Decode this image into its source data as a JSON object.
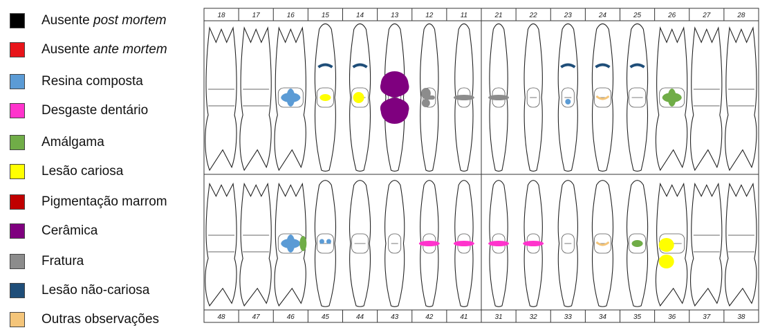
{
  "legend": [
    {
      "id": "ausente-post-mortem",
      "text": "Ausente ",
      "em": "post mortem",
      "color": "#000000"
    },
    {
      "id": "ausente-ante-mortem",
      "text": "Ausente ",
      "em": "ante mortem",
      "color": "#e8141a"
    },
    {
      "id": "resina-composta",
      "text": "Resina composta",
      "em": "",
      "color": "#5b9bd5"
    },
    {
      "id": "desgaste-dentario",
      "text": "Desgaste dentário",
      "em": "",
      "color": "#ff33cc"
    },
    {
      "id": "amalgama",
      "text": "Amálgama",
      "em": "",
      "color": "#70ad47"
    },
    {
      "id": "lesao-cariosa",
      "text": "Lesão cariosa",
      "em": "",
      "color": "#ffff00"
    },
    {
      "id": "pigmentacao-marrom",
      "text": "Pigmentação marrom",
      "em": "",
      "color": "#c00000"
    },
    {
      "id": "ceramica",
      "text": "Cerâmica",
      "em": "",
      "color": "#7f007f"
    },
    {
      "id": "fratura",
      "text": "Fratura",
      "em": "",
      "color": "#8c8c8c"
    },
    {
      "id": "lesao-nao-cariosa",
      "text": "Lesão não-cariosa",
      "em": "",
      "color": "#1f4e79"
    },
    {
      "id": "outras-observacoes",
      "text": "Outras observações",
      "em": "",
      "color": "#f4c57a"
    }
  ],
  "upper_numbers": [
    "18",
    "17",
    "16",
    "15",
    "14",
    "13",
    "12",
    "11",
    "21",
    "22",
    "23",
    "24",
    "25",
    "26",
    "27",
    "28"
  ],
  "lower_numbers": [
    "48",
    "47",
    "46",
    "45",
    "44",
    "43",
    "42",
    "41",
    "31",
    "32",
    "33",
    "34",
    "35",
    "36",
    "37",
    "38"
  ],
  "upper_teeth": [
    {
      "number": "18",
      "kind": "molar",
      "status": "ausente-post-mortem",
      "marks": []
    },
    {
      "number": "17",
      "kind": "molar",
      "status": "ausente-ante-mortem",
      "marks": []
    },
    {
      "number": "16",
      "kind": "molar",
      "status": "present",
      "marks": [
        {
          "type": "resina-composta",
          "shape": "blob"
        }
      ]
    },
    {
      "number": "15",
      "kind": "premolar",
      "status": "present",
      "marks": [
        {
          "type": "lesao-nao-cariosa",
          "shape": "arc"
        },
        {
          "type": "lesao-cariosa",
          "shape": "small-oval"
        }
      ]
    },
    {
      "number": "14",
      "kind": "premolar",
      "status": "present",
      "marks": [
        {
          "type": "lesao-nao-cariosa",
          "shape": "arc"
        },
        {
          "type": "lesao-cariosa",
          "shape": "dot"
        }
      ]
    },
    {
      "number": "13",
      "kind": "canine",
      "status": "present",
      "marks": [
        {
          "type": "ceramica",
          "shape": "crown"
        }
      ]
    },
    {
      "number": "12",
      "kind": "incisor",
      "status": "present",
      "marks": [
        {
          "type": "fratura",
          "shape": "side-blob"
        }
      ]
    },
    {
      "number": "11",
      "kind": "incisor",
      "status": "present",
      "marks": [
        {
          "type": "fratura",
          "shape": "band"
        }
      ]
    },
    {
      "number": "21",
      "kind": "incisor",
      "status": "present",
      "marks": [
        {
          "type": "fratura",
          "shape": "band"
        }
      ]
    },
    {
      "number": "22",
      "kind": "incisor",
      "status": "present",
      "marks": []
    },
    {
      "number": "23",
      "kind": "canine",
      "status": "present",
      "marks": [
        {
          "type": "lesao-nao-cariosa",
          "shape": "arc"
        },
        {
          "type": "resina-composta",
          "shape": "small-dot"
        }
      ]
    },
    {
      "number": "24",
      "kind": "premolar",
      "status": "present",
      "marks": [
        {
          "type": "lesao-nao-cariosa",
          "shape": "arc"
        },
        {
          "type": "outras-observacoes",
          "shape": "curve"
        }
      ]
    },
    {
      "number": "25",
      "kind": "premolar",
      "status": "present",
      "marks": [
        {
          "type": "lesao-nao-cariosa",
          "shape": "arc"
        }
      ]
    },
    {
      "number": "26",
      "kind": "molar",
      "status": "present",
      "marks": [
        {
          "type": "amalgama",
          "shape": "blob"
        }
      ]
    },
    {
      "number": "27",
      "kind": "molar",
      "status": "ausente-post-mortem",
      "marks": []
    },
    {
      "number": "28",
      "kind": "molar",
      "status": "ausente-post-mortem",
      "marks": []
    }
  ],
  "lower_teeth": [
    {
      "number": "48",
      "kind": "molar",
      "status": "ausente-post-mortem",
      "marks": []
    },
    {
      "number": "47",
      "kind": "molar",
      "status": "ausente-post-mortem",
      "marks": []
    },
    {
      "number": "46",
      "kind": "molar",
      "status": "present",
      "marks": [
        {
          "type": "resina-composta",
          "shape": "blob"
        },
        {
          "type": "amalgama",
          "shape": "side-oval"
        }
      ]
    },
    {
      "number": "45",
      "kind": "premolar",
      "status": "present",
      "marks": [
        {
          "type": "resina-composta",
          "shape": "two-dots"
        }
      ]
    },
    {
      "number": "44",
      "kind": "premolar",
      "status": "present",
      "marks": []
    },
    {
      "number": "43",
      "kind": "canine",
      "status": "present",
      "marks": []
    },
    {
      "number": "42",
      "kind": "incisor",
      "status": "present",
      "marks": [
        {
          "type": "desgaste-dentario",
          "shape": "band"
        }
      ]
    },
    {
      "number": "41",
      "kind": "incisor",
      "status": "present",
      "marks": [
        {
          "type": "desgaste-dentario",
          "shape": "band"
        }
      ]
    },
    {
      "number": "31",
      "kind": "incisor",
      "status": "present",
      "marks": [
        {
          "type": "desgaste-dentario",
          "shape": "band"
        }
      ]
    },
    {
      "number": "32",
      "kind": "incisor",
      "status": "present",
      "marks": [
        {
          "type": "desgaste-dentario",
          "shape": "band"
        }
      ]
    },
    {
      "number": "33",
      "kind": "canine",
      "status": "present",
      "marks": []
    },
    {
      "number": "34",
      "kind": "premolar",
      "status": "present",
      "marks": [
        {
          "type": "outras-observacoes",
          "shape": "curve"
        }
      ]
    },
    {
      "number": "35",
      "kind": "premolar",
      "status": "present",
      "marks": [
        {
          "type": "amalgama",
          "shape": "small-oval"
        }
      ]
    },
    {
      "number": "36",
      "kind": "molar",
      "status": "present",
      "marks": [
        {
          "type": "lesao-cariosa",
          "shape": "double-oval"
        }
      ]
    },
    {
      "number": "37",
      "kind": "molar",
      "status": "ausente-post-mortem",
      "marks": []
    },
    {
      "number": "38",
      "kind": "molar",
      "status": "ausente-ante-mortem",
      "marks": []
    }
  ]
}
